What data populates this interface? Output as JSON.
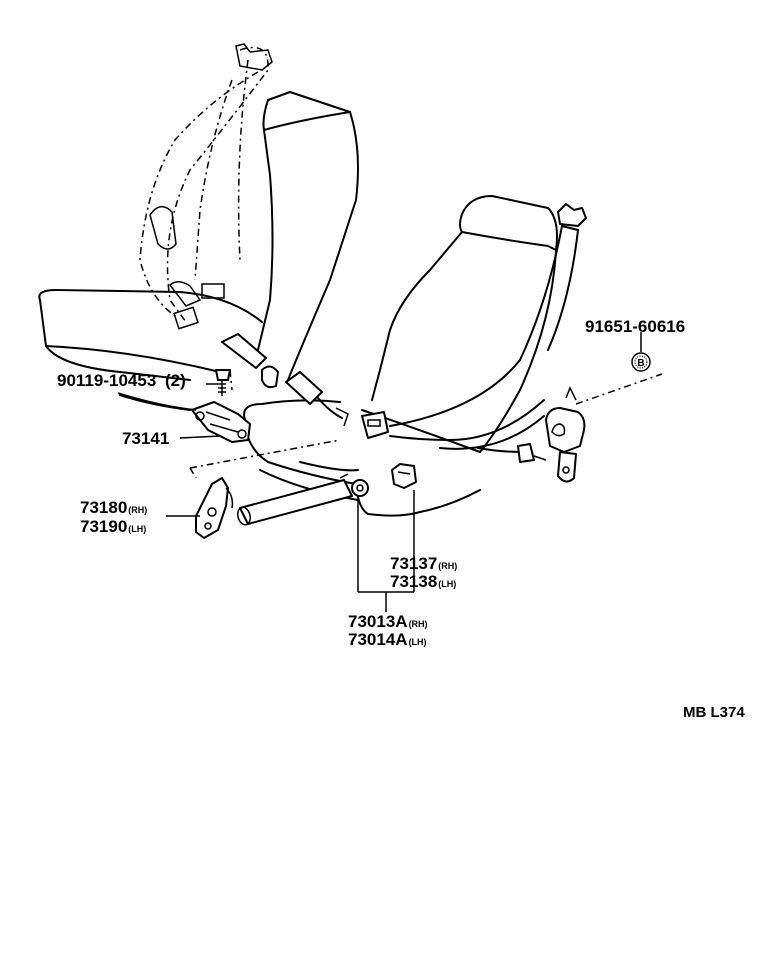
{
  "drawing_id": "MB L374",
  "labels": {
    "p90119": {
      "number": "90119-10453",
      "qty": "(2)"
    },
    "p73141": {
      "number": "73141"
    },
    "p73180": {
      "number": "73180",
      "side": "(RH)"
    },
    "p73190": {
      "number": "73190",
      "side": "(LH)"
    },
    "p73137": {
      "number": "73137",
      "side": "(RH)"
    },
    "p73138": {
      "number": "73138",
      "side": "(LH)"
    },
    "p73013A": {
      "number": "73013A",
      "side": "(RH)"
    },
    "p73014A": {
      "number": "73014A",
      "side": "(LH)"
    },
    "p91651": {
      "number": "91651-60616",
      "marker": "B"
    }
  }
}
